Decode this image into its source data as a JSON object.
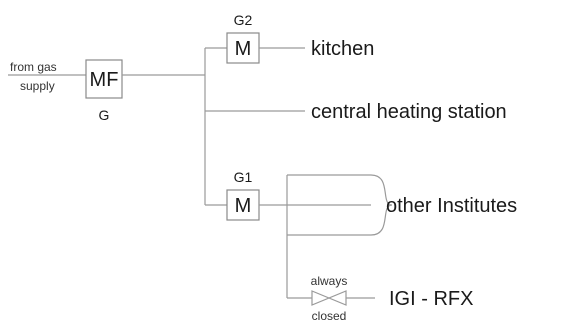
{
  "diagram": {
    "source_label_line1": "from gas",
    "source_label_line2": "supply",
    "main_filter": {
      "label": "MF",
      "tag": "G"
    },
    "meter_g2": {
      "tag": "G2",
      "label": "M"
    },
    "meter_g1": {
      "tag": "G1",
      "label": "M"
    },
    "destinations": {
      "kitchen": "kitchen",
      "central_heating": "central heating station",
      "other_institutes": "other Institutes",
      "igi_rfx": "IGI - RFX"
    },
    "valve": {
      "label_top": "always",
      "label_bottom": "closed"
    }
  }
}
